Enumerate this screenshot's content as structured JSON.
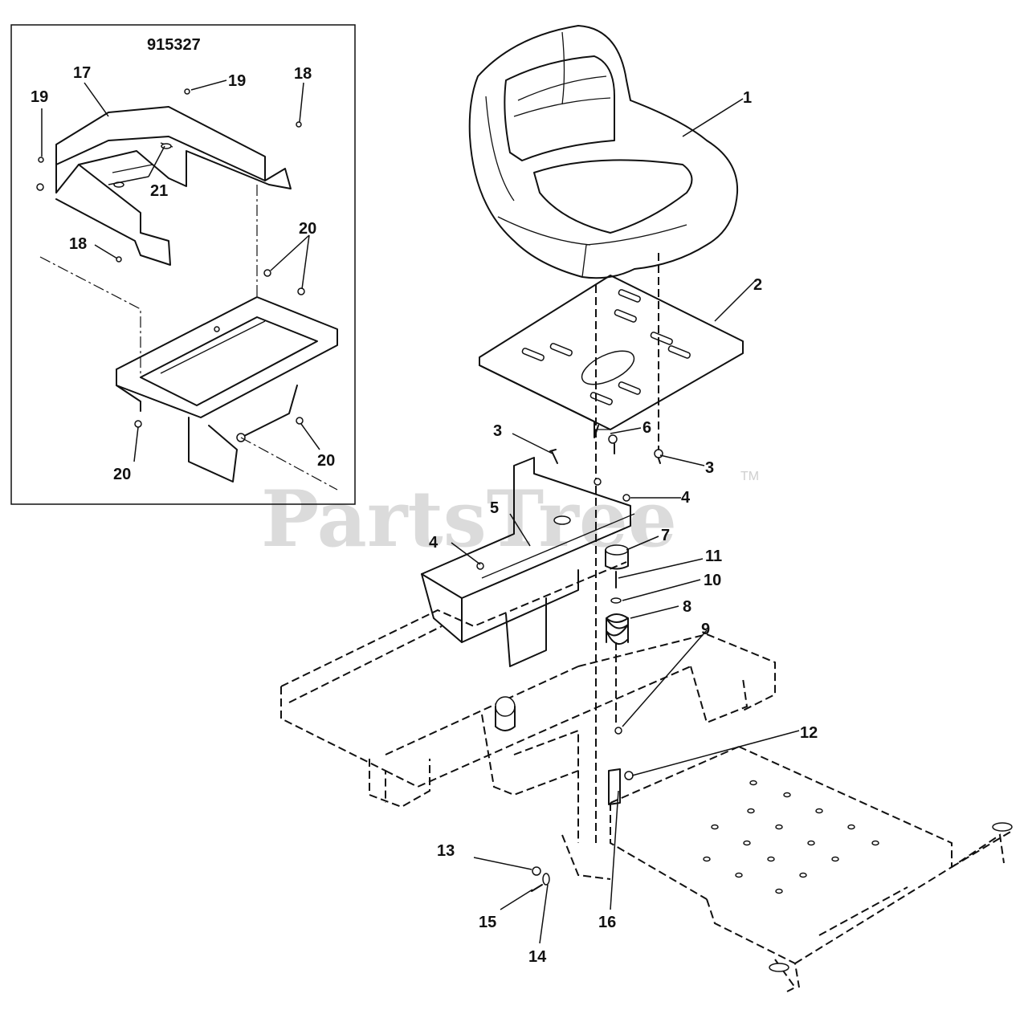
{
  "inset": {
    "title": "915327"
  },
  "watermark": {
    "text": "PartsTree",
    "tm": "TM"
  },
  "callouts": {
    "c1": "1",
    "c2": "2",
    "c3a": "3",
    "c3b": "3",
    "c4a": "4",
    "c4b": "4",
    "c5": "5",
    "c6": "6",
    "c7": "7",
    "c8": "8",
    "c9": "9",
    "c10": "10",
    "c11": "11",
    "c12": "12",
    "c13": "13",
    "c14": "14",
    "c15": "15",
    "c16": "16",
    "c17": "17",
    "c18a": "18",
    "c18b": "18",
    "c19a": "19",
    "c19b": "19",
    "c20a": "20",
    "c20b": "20",
    "c20c": "20",
    "c21": "21"
  }
}
